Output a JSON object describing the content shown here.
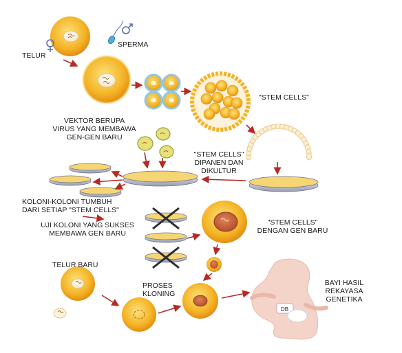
{
  "labels": {
    "egg": "TELUR",
    "sperm": "SPERMA",
    "stem_cells": "\"STEM CELLS\"",
    "vector": [
      "VEKTOR BERUPA",
      "VIRUS YANG MEMBAWA",
      "GEN-GEN BARU"
    ],
    "harvest": [
      "\"STEM CELLS\"",
      "DIPANEN DAN",
      "DIKULTUR"
    ],
    "colonies": [
      "KOLONI-KOLONI TUMBUH",
      "DARI SETIAP \"STEM CELLS\""
    ],
    "test": [
      "UJI KOLONI YANG SUKSES",
      "MEMBAWA GEN BARU"
    ],
    "new_gene_cells": [
      "\"STEM CELLS\"",
      "DENGAN GEN BARU"
    ],
    "new_egg": "TELUR BARU",
    "cloning": [
      "PROSES",
      "KLONING"
    ],
    "baby": [
      "BAYI HASIL",
      "REKAYASA",
      "GENETIKA"
    ],
    "db": "DB"
  },
  "colors": {
    "cell_fill": "#f2a91c",
    "cell_light": "#f9d66a",
    "nucleus": "#fdf5dc",
    "nucleus_dark": "#c0603a",
    "blue_ring": "#8fc7e8",
    "dish": "#c9cbd6",
    "dish_dark": "#8b8fa3",
    "arrow": "#b52a25",
    "sperm": "#5a6fb2",
    "baby": "#f3cfc4"
  }
}
